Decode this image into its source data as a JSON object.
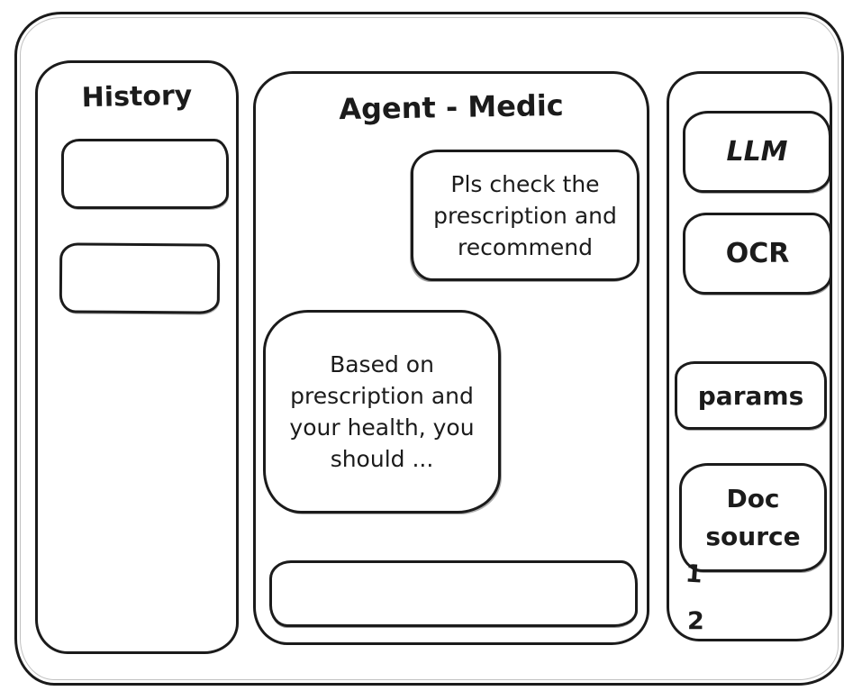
{
  "ink_color": "#1b1b1b",
  "background_color": "#ffffff",
  "history_panel": {
    "title": "History",
    "items": [
      {
        "label": ""
      },
      {
        "label": ""
      }
    ]
  },
  "chat": {
    "title": "Agent - Medic",
    "messages": [
      {
        "role": "user",
        "text": "Pls check the prescription and recommend"
      },
      {
        "role": "assistant",
        "text": "Based on prescription and your health, you should ..."
      }
    ],
    "input_value": ""
  },
  "tools_panel": {
    "buttons": [
      {
        "label": "LLM"
      },
      {
        "label": "OCR"
      },
      {
        "label": "params"
      },
      {
        "label": "Doc source"
      }
    ],
    "doc_list": [
      "1",
      "2"
    ]
  }
}
